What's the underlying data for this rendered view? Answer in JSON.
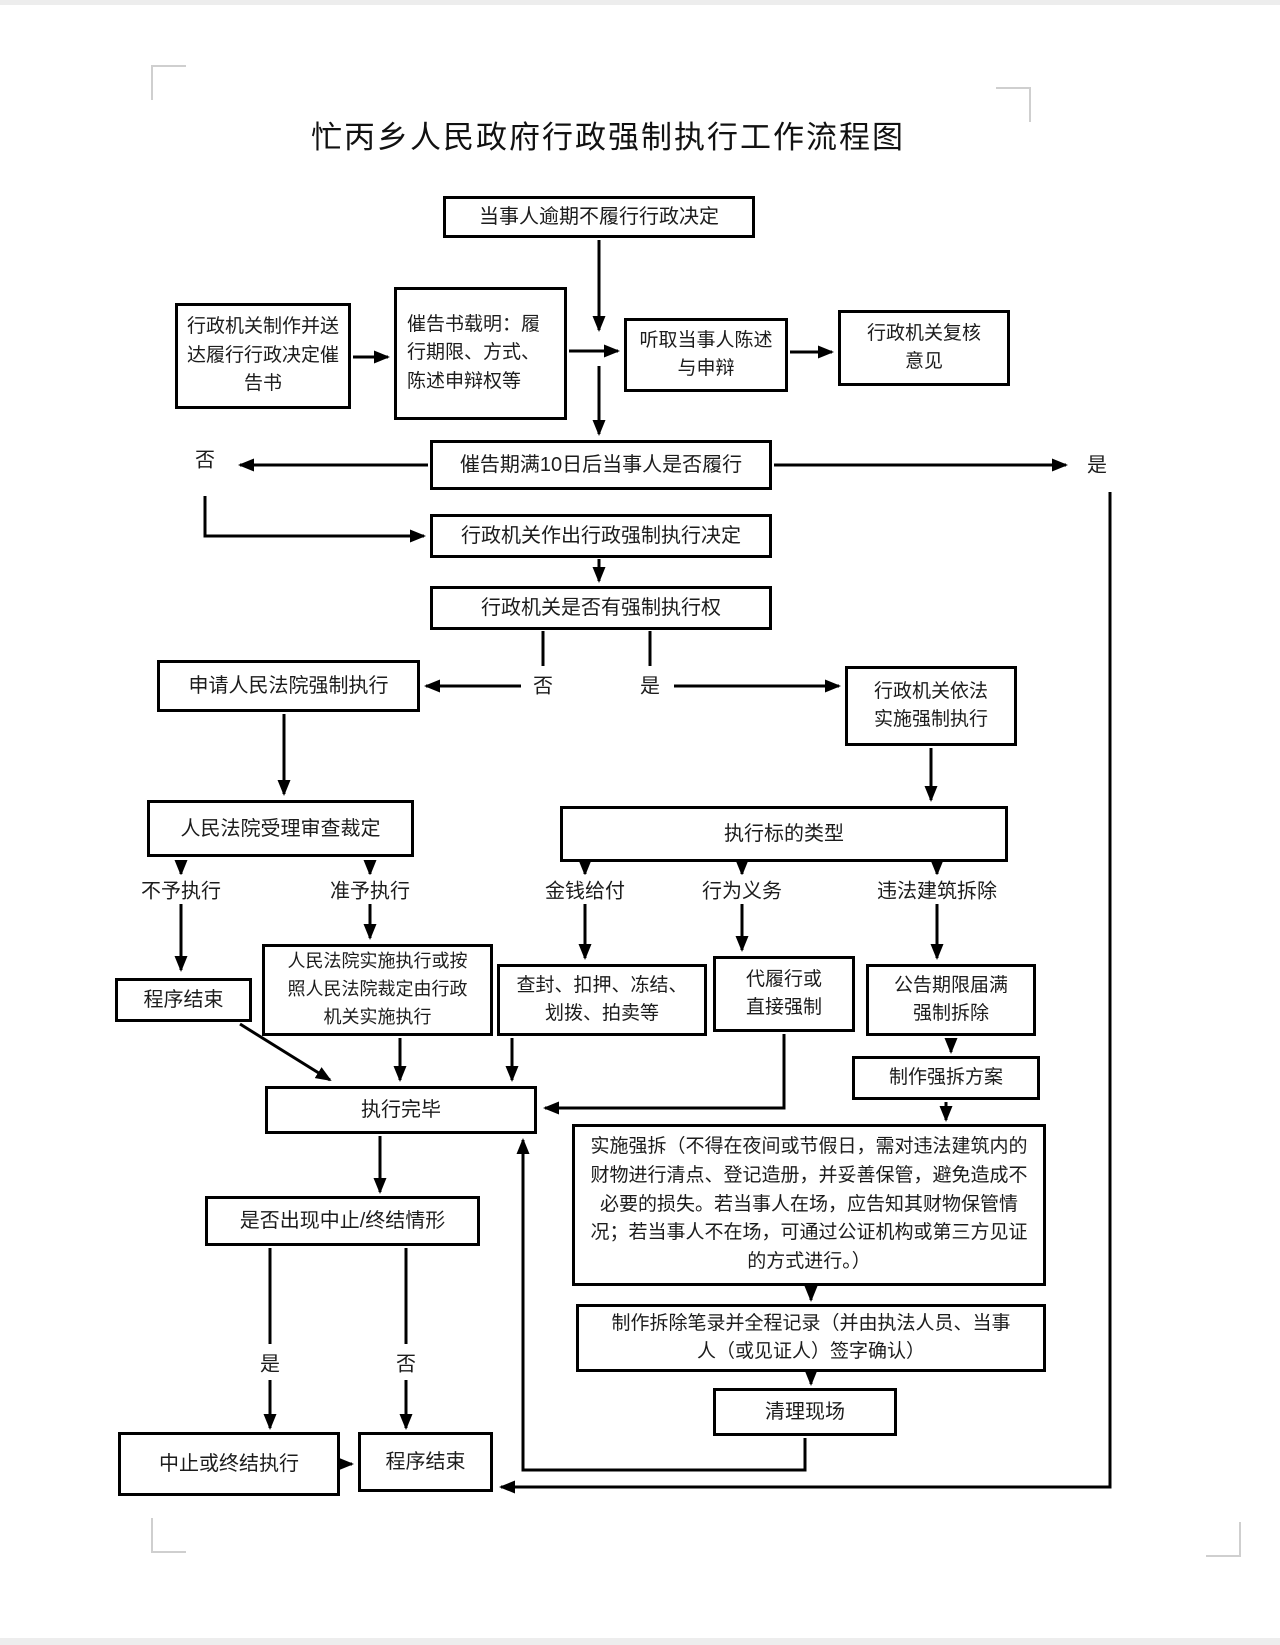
{
  "page": {
    "title": "忙丙乡人民政府行政强制执行工作流程图"
  },
  "nodes": {
    "start": "当事人逾期不履行行政决定",
    "make_notice": "行政机关制作并送达履行行政决定催告书",
    "notice_content": "催告书载明：履行期限、方式、陈述申辩权等",
    "listen": "听取当事人陈述与申辩",
    "recheck": "行政机关复核意见",
    "deadline_check": "催告期满10日后当事人是否履行",
    "make_decision": "行政机关作出行政强制执行决定",
    "power_check": "行政机关是否有强制执行权",
    "apply_court": "申请人民法院强制执行",
    "agency_enforce": "行政机关依法实施强制执行",
    "court_review": "人民法院受理审查裁定",
    "target_type": "执行标的类型",
    "end_upper": "程序结束",
    "court_enforce": "人民法院实施执行或按照人民法院裁定由行政机关实施执行",
    "seizure": "查封、扣押、冻结、划拨、拍卖等",
    "surrogate": "代履行或直接强制",
    "announce": "公告期限届满强制拆除",
    "plan": "制作强拆方案",
    "done": "执行完毕",
    "demolish_note": "实施强拆（不得在夜间或节假日，需对违法建筑内的财物进行清点、登记造册，并妥善保管，避免造成不必要的损失。若当事人在场，应告知其财物保管情况；若当事人不在场，可通过公证机构或第三方见证的方式进行。）",
    "suspend_check": "是否出现中止/终结情形",
    "record": "制作拆除笔录并全程记录（并由执法人员、当事人（或见证人）签字确认）",
    "cleanup": "清理现场",
    "suspend_end": "中止或终结执行",
    "end_bottom": "程序结束"
  },
  "labels": {
    "no_left": "否",
    "yes_right": "是",
    "power_no": "否",
    "power_yes": "是",
    "deny": "不予执行",
    "approve": "准予执行",
    "money": "金钱给付",
    "behavior": "行为义务",
    "illegal": "违法建筑拆除",
    "suspend_yes": "是",
    "suspend_no": "否"
  },
  "colors": {
    "ink": "#1b1b1b",
    "paper": "#ffffff"
  }
}
